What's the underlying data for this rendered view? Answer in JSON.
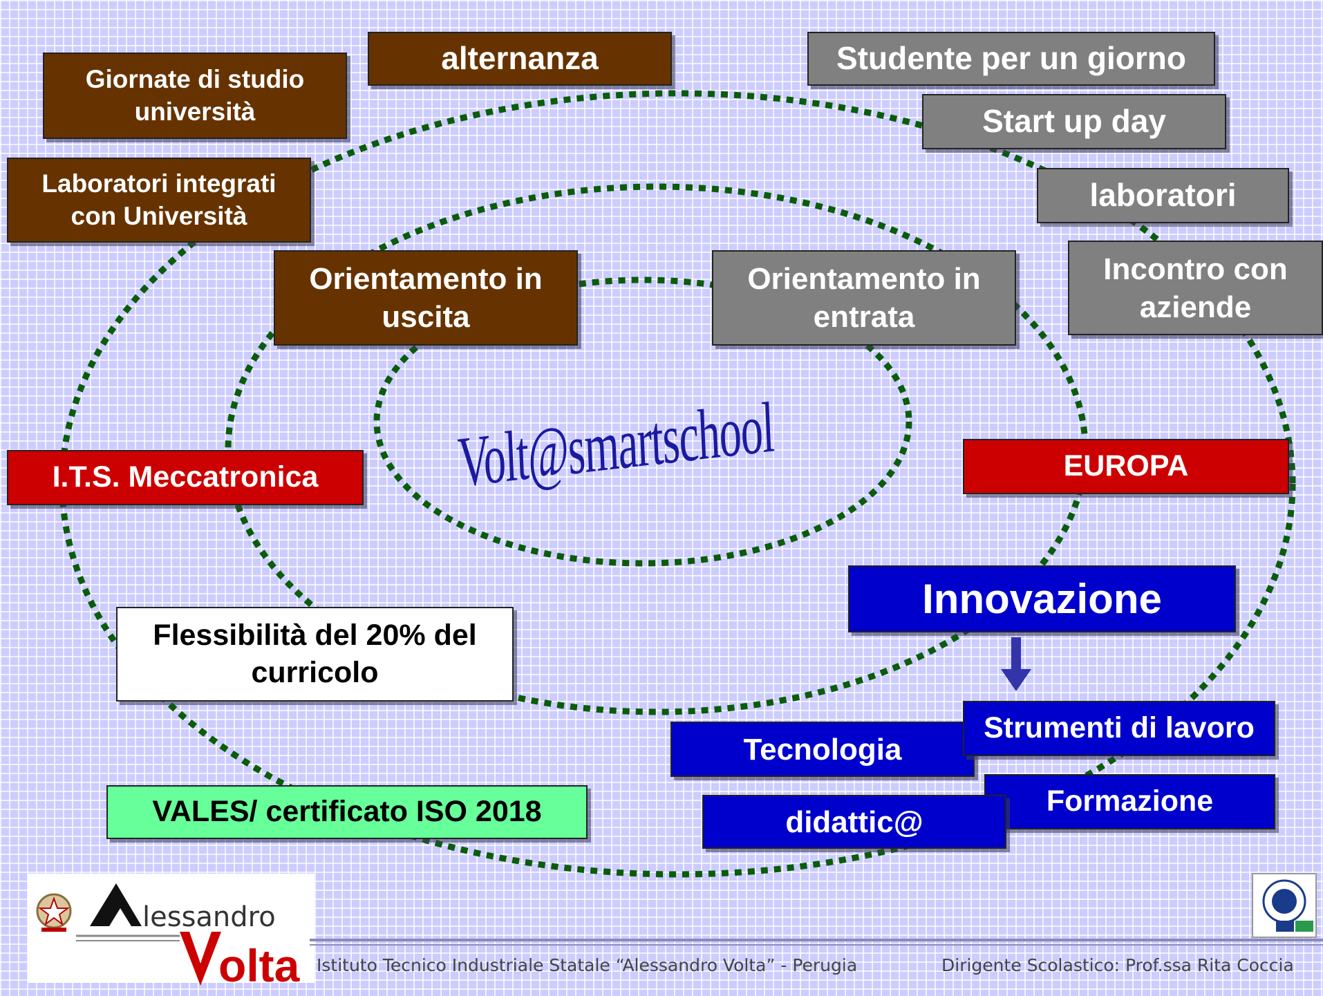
{
  "center_title": "Volt@smartschool",
  "boxes": {
    "giornate": "Giornate di studio\nuniversità",
    "alternanza": "alternanza",
    "studente": "Studente per un giorno",
    "startup": "Start up day",
    "laboratori_grey": "laboratori",
    "lab_integrati": "Laboratori integrati\ncon  Università",
    "orient_uscita": "Orientamento in\nuscita",
    "orient_entrata": "Orientamento in\nentrata",
    "incontro": "Incontro con\naziende",
    "its": "I.T.S. Meccatronica",
    "europa": "EUROPA",
    "innovazione": "Innovazione",
    "flessibilita": "Flessibilità del 20% del\ncurricolo",
    "tecnologia": "Tecnologia",
    "strumenti": "Strumenti di lavoro",
    "formazione": "Formazione",
    "didattica": "didattic@",
    "vales": "VALES/ certificato ISO 2018"
  },
  "footer": {
    "left": "Istituto Tecnico Industriale Statale “Alessandro Volta” - Perugia",
    "right": "Dirigente Scolastico: Prof.ssa Rita Coccia"
  },
  "logo": {
    "line1": "lessandro",
    "line2": "olta"
  },
  "colors": {
    "brown": "#663300",
    "grey": "#808080",
    "red": "#cc0000",
    "blue": "#0000cc",
    "white": "#ffffff",
    "green": "#66ff99",
    "oval": "#0a5c0a"
  }
}
